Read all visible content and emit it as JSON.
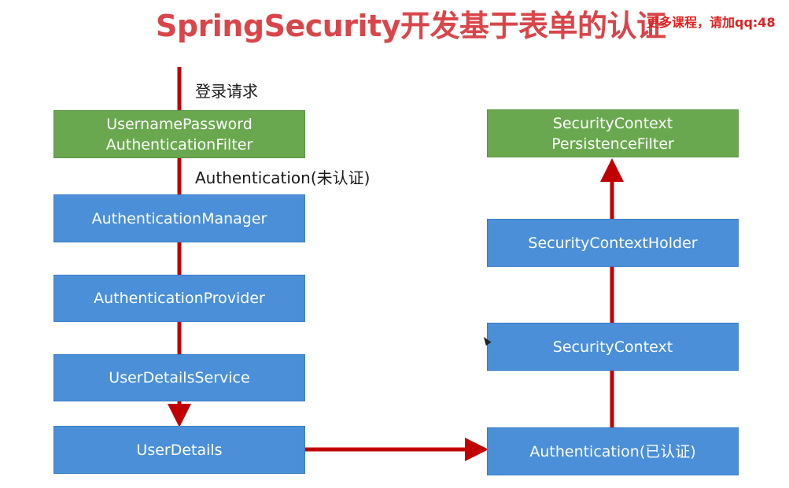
{
  "header": {
    "title": "SpringSecurity开发基于表单的认证",
    "watermark": "更多课程，请加qq:48"
  },
  "labels": {
    "login_request": "登录请求",
    "unauthenticated": "Authentication(未认证)"
  },
  "left_chain": [
    {
      "line1": "UsernamePassword",
      "line2": "AuthenticationFilter",
      "color": "green"
    },
    {
      "line1": "AuthenticationManager",
      "color": "blue"
    },
    {
      "line1": "AuthenticationProvider",
      "color": "blue"
    },
    {
      "line1": "UserDetailsService",
      "color": "blue"
    },
    {
      "line1": "UserDetails",
      "color": "blue"
    }
  ],
  "right_chain": [
    {
      "line1": "SecurityContext",
      "line2": "PersistenceFilter",
      "color": "green"
    },
    {
      "line1": "SecurityContextHolder",
      "color": "blue"
    },
    {
      "line1": "SecurityContext",
      "color": "blue"
    },
    {
      "line1": "Authentication(已认证)",
      "color": "blue"
    }
  ],
  "colors": {
    "title": "#d9464a",
    "watermark": "#e0201f",
    "arrow": "#c00000",
    "green_box": "#6aa84f",
    "blue_box": "#4a8fd8"
  }
}
